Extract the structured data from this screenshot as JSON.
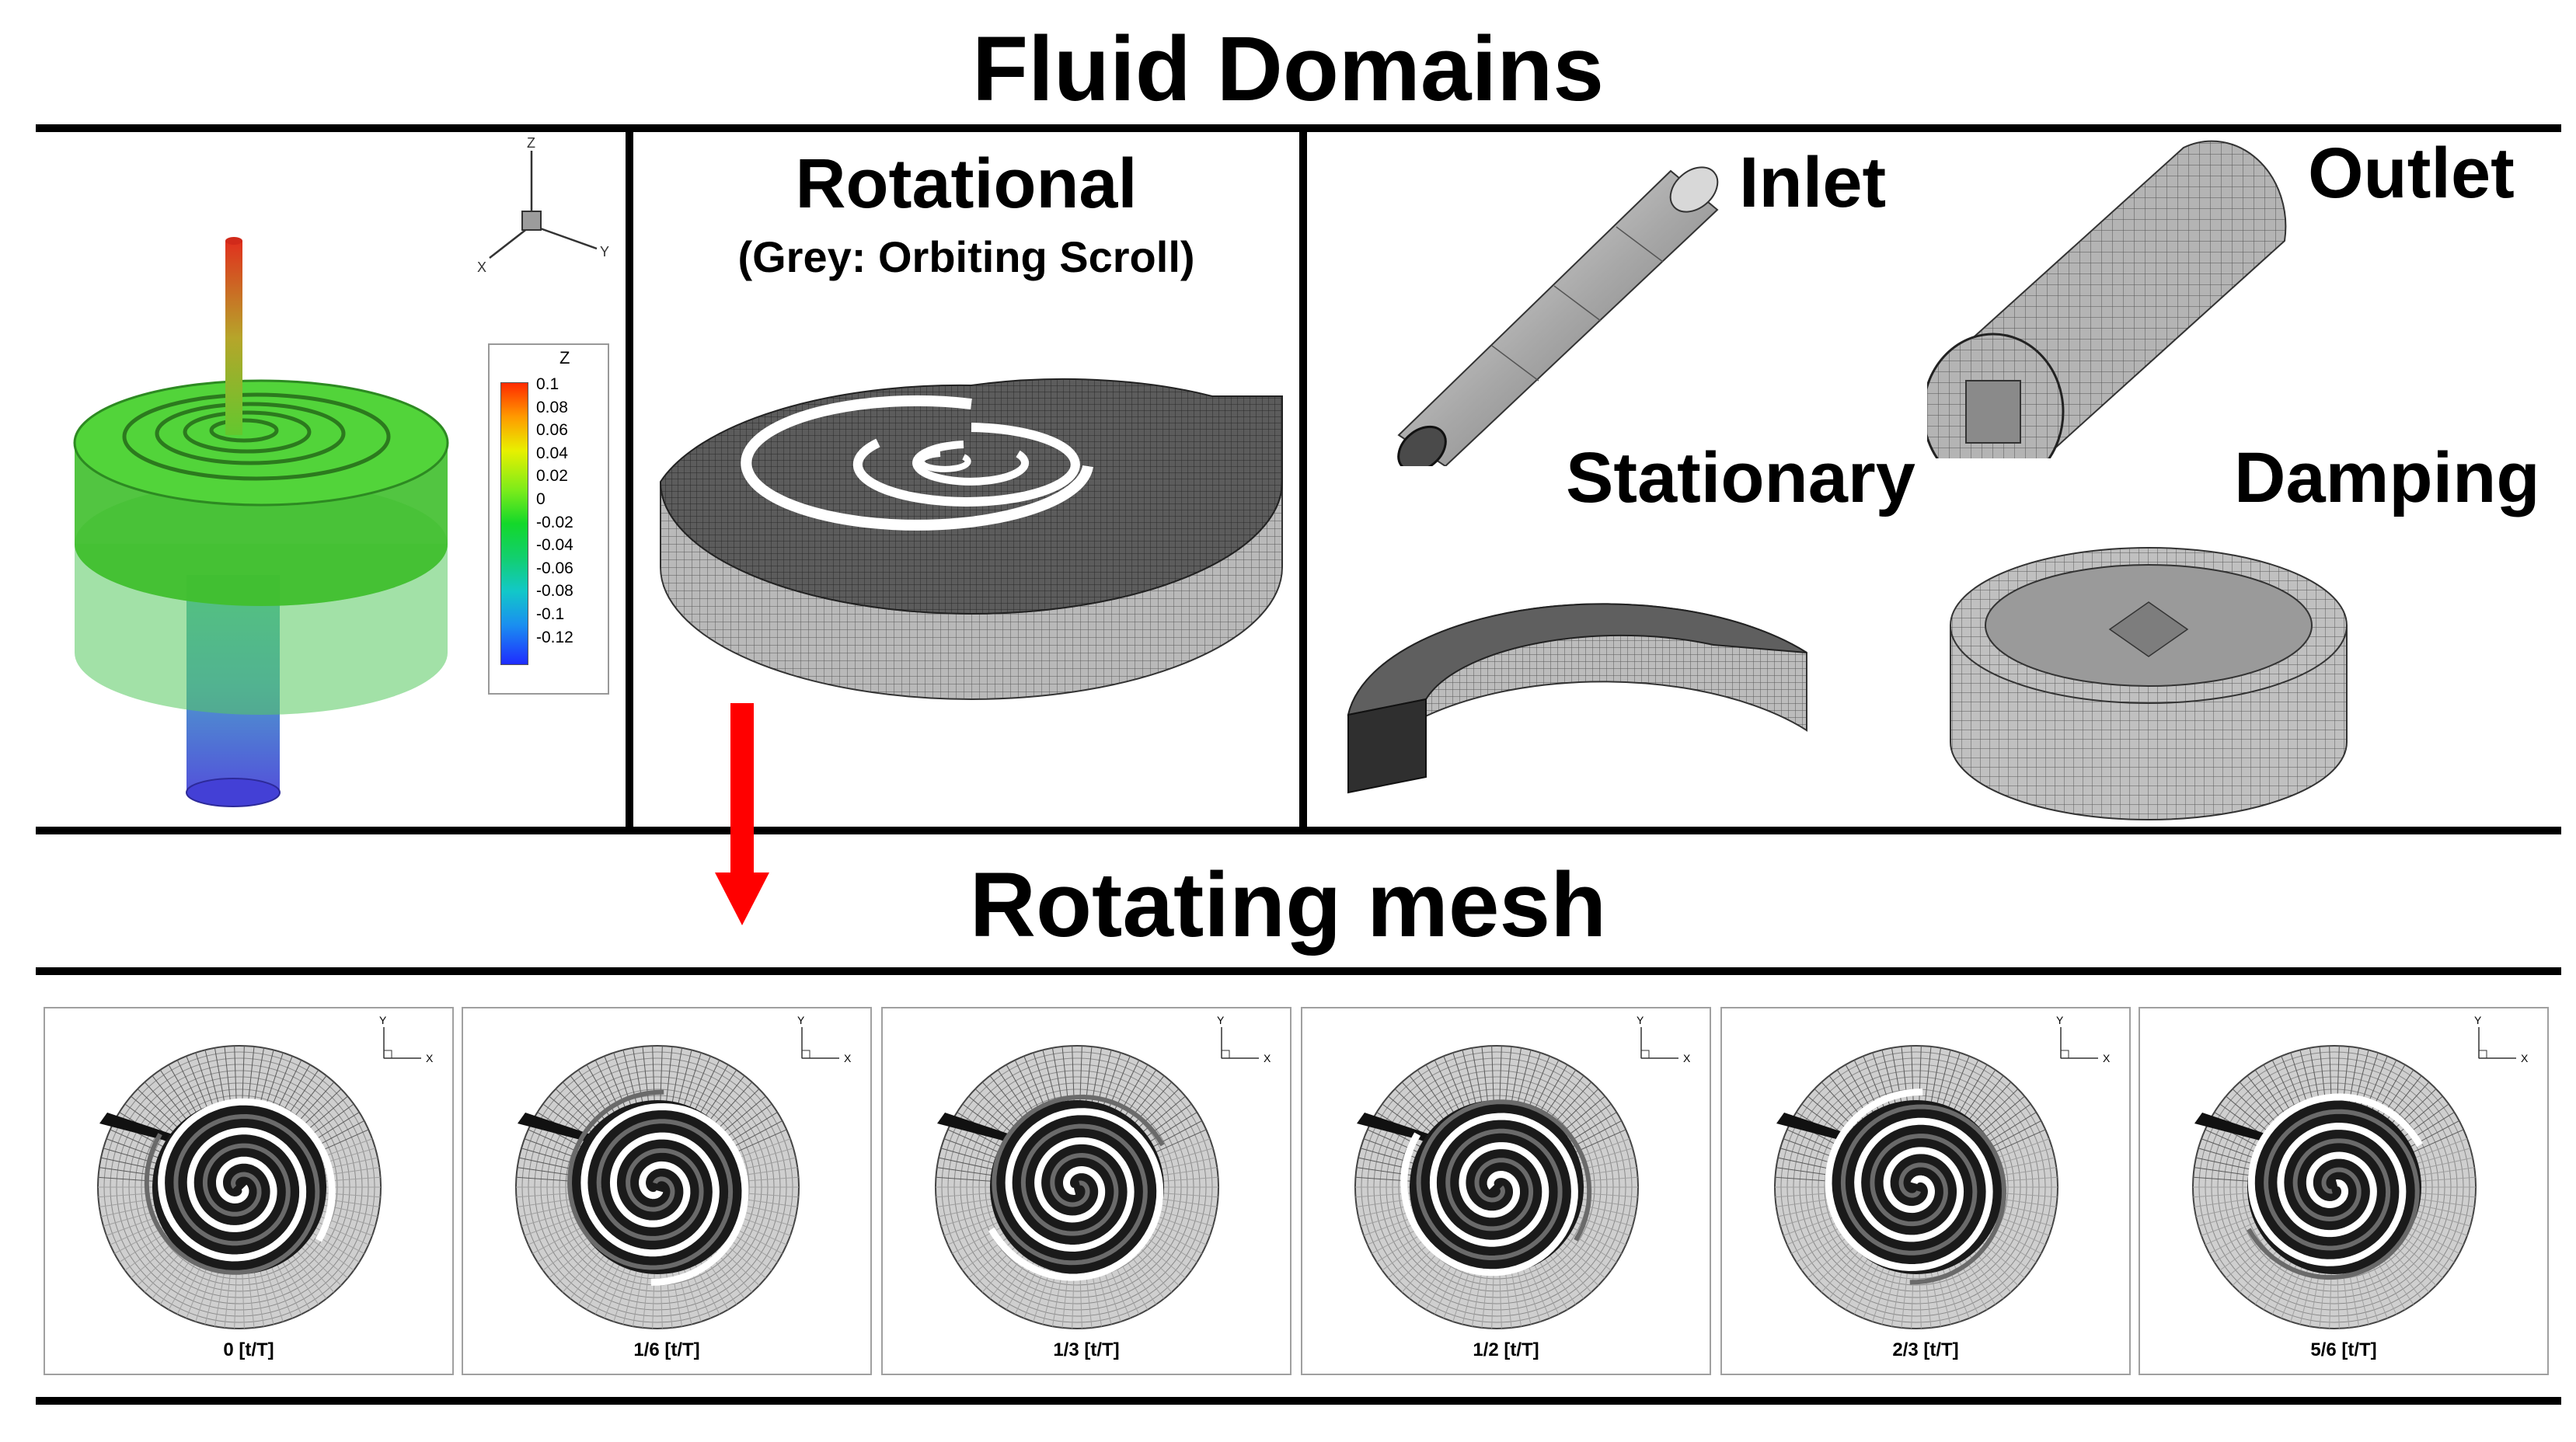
{
  "header": {
    "title": "Fluid Domains"
  },
  "panels": {
    "overview": {
      "axes": {
        "x": "X",
        "y": "Y",
        "z": "Z"
      },
      "legend": {
        "title": "Z",
        "ticks": [
          "0.1",
          "0.08",
          "0.06",
          "0.04",
          "0.02",
          "0",
          "-0.02",
          "-0.04",
          "-0.06",
          "-0.08",
          "-0.1",
          "-0.12"
        ],
        "colors": {
          "top": "#ff2a00",
          "middle": "#13d82a",
          "bottom": "#1f2cff"
        }
      }
    },
    "rotational": {
      "title": "Rotational",
      "subtitle": "(Grey: Orbiting Scroll)"
    },
    "domains": {
      "inlet": "Inlet",
      "outlet": "Outlet",
      "stationary": "Stationary",
      "damping": "Damping"
    }
  },
  "arrow": {
    "color": "#ff0000"
  },
  "rotating_mesh": {
    "title": "Rotating mesh",
    "axes": {
      "x": "X",
      "y": "Y"
    },
    "frames": [
      {
        "label": "0 [t/T]",
        "phase": 0
      },
      {
        "label": "1/6 [t/T]",
        "phase": 0.1667
      },
      {
        "label": "1/3 [t/T]",
        "phase": 0.3333
      },
      {
        "label": "1/2 [t/T]",
        "phase": 0.5
      },
      {
        "label": "2/3 [t/T]",
        "phase": 0.6667
      },
      {
        "label": "5/6 [t/T]",
        "phase": 0.8333
      }
    ]
  }
}
